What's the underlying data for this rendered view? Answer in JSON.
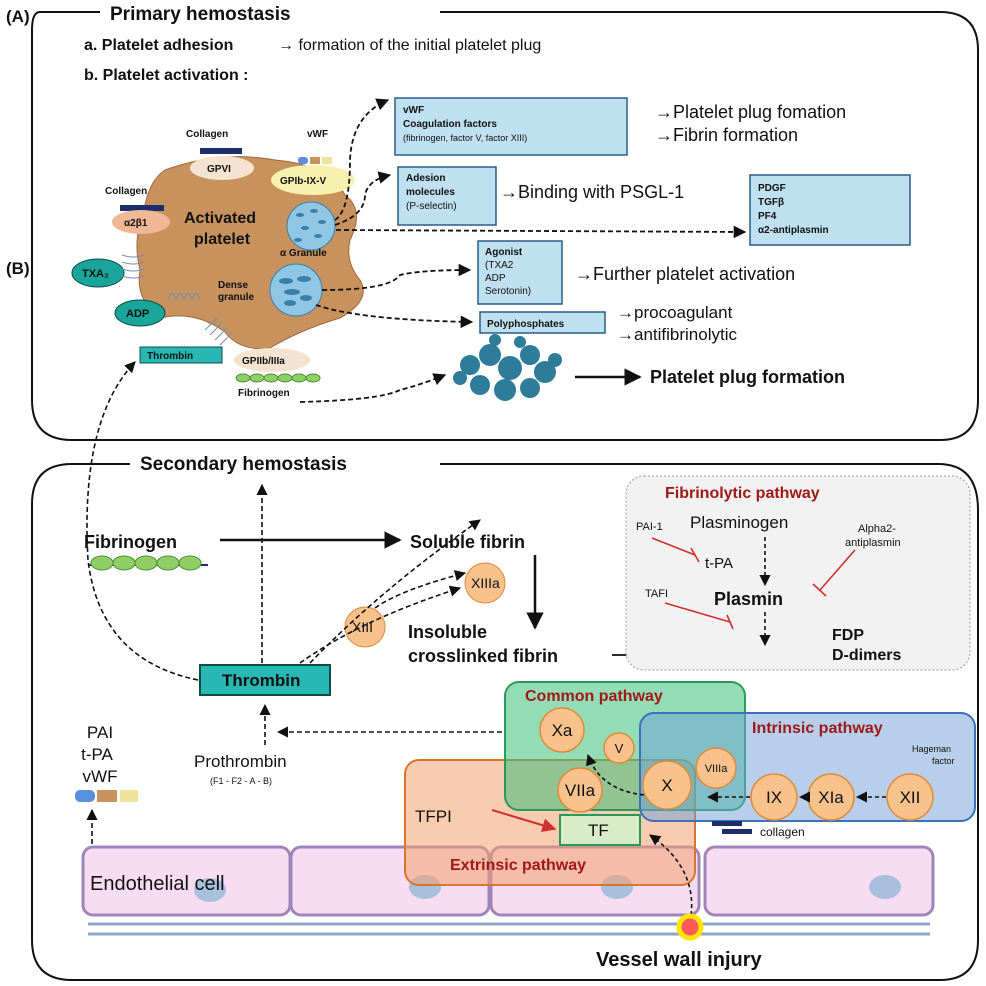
{
  "panel_a": {
    "label": "(A)",
    "title": "Primary hemostasis",
    "line_a_bold": "a. Platelet adhesion",
    "line_a_rest": "→ formation of the initial platelet plug",
    "line_b": "b. Platelet activation :",
    "platelet": {
      "label_1": "Activated",
      "label_2": "platelet",
      "alpha_granule": "α Granule",
      "dense_granule_1": "Dense",
      "dense_granule_2": "granule"
    },
    "receptors": {
      "collagen_1": "Collagen",
      "gpvi": "GPVI",
      "vwf": "vWF",
      "gpib": "GPIb-IX-V",
      "collagen_2": "Collagen",
      "a2b1": "α2β1",
      "txa2": "TXA₂",
      "adp": "ADP",
      "thrombin": "Thrombin",
      "gpiib": "GPIIb/IIIa",
      "fibrinogen": "Fibrinogen"
    },
    "boxes": {
      "vwf_box": [
        "vWF",
        "Coagulation factors",
        "(fibrinogen, factor V, factor XIII)"
      ],
      "adhesion_box": [
        "Adesion",
        "molecules",
        "(P-selectin)"
      ],
      "growth_box": [
        "PDGF",
        "TGFβ",
        "PF4",
        "α2-antiplasmin"
      ],
      "agonist_box": [
        "Agonist",
        "(TXA2",
        "ADP",
        "Serotonin)"
      ],
      "polyphosphates_box": "Polyphosphates"
    },
    "outcomes": {
      "plug": "→Platelet plug fomation",
      "fibrin": "→Fibrin formation",
      "psgl": "→Binding with PSGL-1",
      "further": "→Further platelet activation",
      "procoagulant": "→procoagulant",
      "antifibrinolytic": "→antifibrinolytic",
      "plug_formation": "Platelet plug formation"
    }
  },
  "panel_b": {
    "label": "(B)",
    "title": "Secondary hemostasis",
    "fibrinogen": "Fibrinogen",
    "soluble_fibrin": "Soluble fibrin",
    "insoluble_1": "Insoluble",
    "insoluble_2": "crosslinked fibrin",
    "xiiia": "XIIIa",
    "xiii": "XIII",
    "thrombin": "Thrombin",
    "prothrombin": "Prothrombin",
    "prothrombin_sub": "(F1 - F2 - A - B)",
    "endo_factors": [
      "PAI",
      "t-PA",
      "vWF"
    ],
    "endothelial_cell": "Endothelial cell",
    "vessel_injury": "Vessel wall injury",
    "collagen": "collagen",
    "fibrinolytic": {
      "title": "Fibrinolytic pathway",
      "plasminogen": "Plasminogen",
      "pai1": "PAI-1",
      "tpa": "t-PA",
      "alpha2_1": "Alpha2-",
      "alpha2_2": "antiplasmin",
      "tafi": "TAFI",
      "plasmin": "Plasmin",
      "fdp": "FDP",
      "ddimers": "D-dimers"
    },
    "pathways": {
      "common": "Common pathway",
      "intrinsic": "Intrinsic pathway",
      "extrinsic": "Extrinsic pathway",
      "hageman_1": "Hageman",
      "hageman_2": "factor",
      "tfpi": "TFPI",
      "tf": "TF"
    },
    "factors": {
      "xa": "Xa",
      "v": "V",
      "viia": "VIIa",
      "x": "X",
      "viiia": "VIIIa",
      "ix": "IX",
      "xia": "XIa",
      "xii": "XII"
    }
  },
  "colors": {
    "platelet": "#c8925e",
    "granule": "#8ec6e4",
    "info_box": "#bfe0ef",
    "teal": "#29b7b4",
    "common": "#3cbf7a",
    "intrinsic": "#6f9fd8",
    "extrinsic": "#f4a070",
    "factor": "#f7c28c",
    "cell": "#f8ddf2",
    "inhibitor": "#d03030"
  }
}
